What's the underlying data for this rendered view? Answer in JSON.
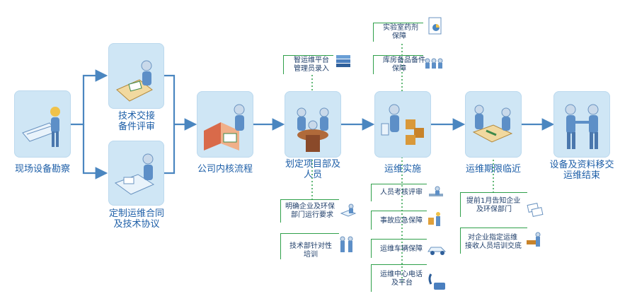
{
  "steps": [
    {
      "label": "现场设备勘察"
    },
    {
      "label1": "技术交接",
      "label2": "备件评审"
    },
    {
      "label1": "定制运维合同",
      "label2": "及技术协议"
    },
    {
      "label": "公司内核流程"
    },
    {
      "label1": "划定项目部及",
      "label2": "人员"
    },
    {
      "label": "运维实施"
    },
    {
      "label": "运维期限临近"
    },
    {
      "label1": "设备及资料移交",
      "label2": "运维结束"
    }
  ],
  "notes_above": [
    {
      "line1": "智运维平台",
      "line2": "管理员录入"
    },
    {
      "line1": "实验室药剂",
      "line2": "保障"
    },
    {
      "line1": "库房备品备件",
      "line2": "保障"
    }
  ],
  "notes_below_project": [
    {
      "line1": "明确企业及环保",
      "line2": "部门运行要求"
    },
    {
      "line1": "技术部针对性",
      "line2": "培训"
    }
  ],
  "notes_below_impl": [
    {
      "line1": "人员考核评审"
    },
    {
      "line1": "事故应急保障"
    },
    {
      "line1": "运维车辆保障"
    },
    {
      "line1": "运维中心电话",
      "line2": "及平台"
    }
  ],
  "notes_below_deadline": [
    {
      "line1": "提前1月告知企业",
      "line2": "及环保部门"
    },
    {
      "line1": "对企业指定运维",
      "line2": "接收人员培训交底"
    }
  ],
  "colors": {
    "box": "#cfe6f5",
    "arrow": "#4a86c0",
    "label": "#1e5fa8",
    "note_line": "#2fa04a"
  }
}
